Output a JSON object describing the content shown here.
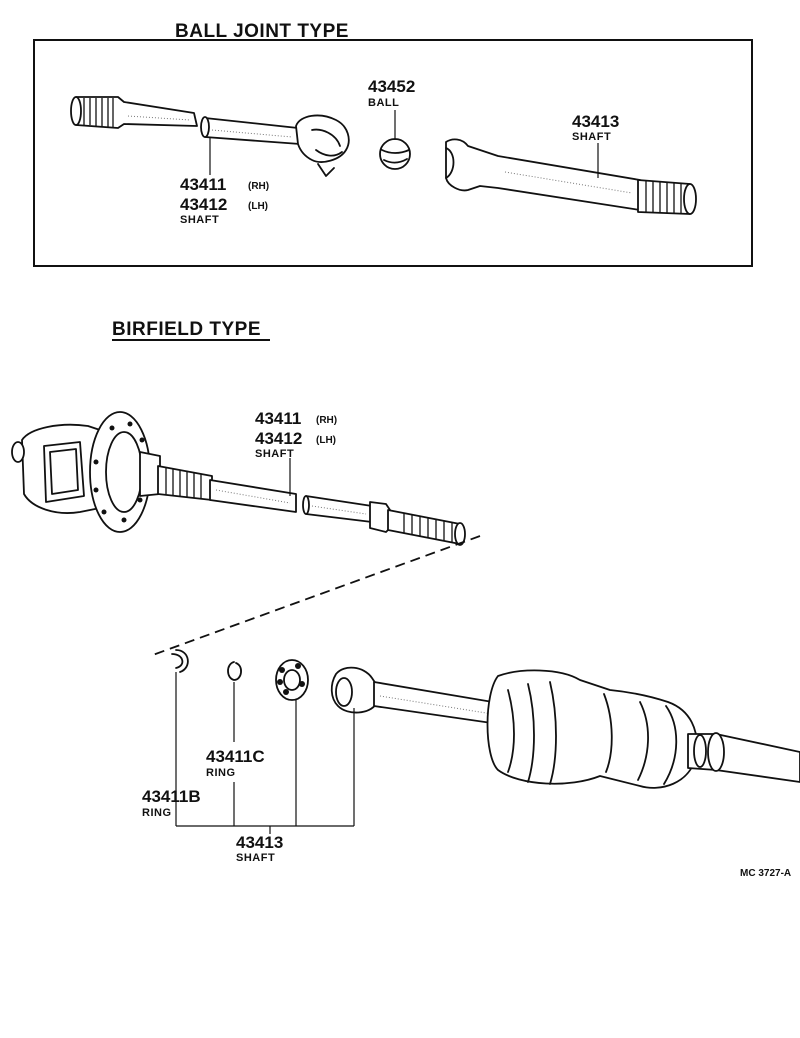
{
  "ball_joint_section": {
    "title": "BALL JOINT TYPE",
    "part_ball": {
      "number": "43452",
      "name": "BALL"
    },
    "part_shaft_out": {
      "number": "43413",
      "name": "SHAFT"
    },
    "part_shaft_in": {
      "number_rh": "43411",
      "rh": "(RH)",
      "number_lh": "43412",
      "lh": "(LH)",
      "name": "SHAFT"
    }
  },
  "birfield_section": {
    "title": "BIRFIELD TYPE",
    "part_shaft_in": {
      "number_rh": "43411",
      "rh": "(RH)",
      "number_lh": "43412",
      "lh": "(LH)",
      "name": "SHAFT"
    },
    "part_ring_c": {
      "number": "43411C",
      "name": "RING"
    },
    "part_ring_b": {
      "number": "43411B",
      "name": "RING"
    },
    "part_shaft_out": {
      "number": "43413",
      "name": "SHAFT"
    }
  },
  "drawing_code": "MC 3727-A"
}
